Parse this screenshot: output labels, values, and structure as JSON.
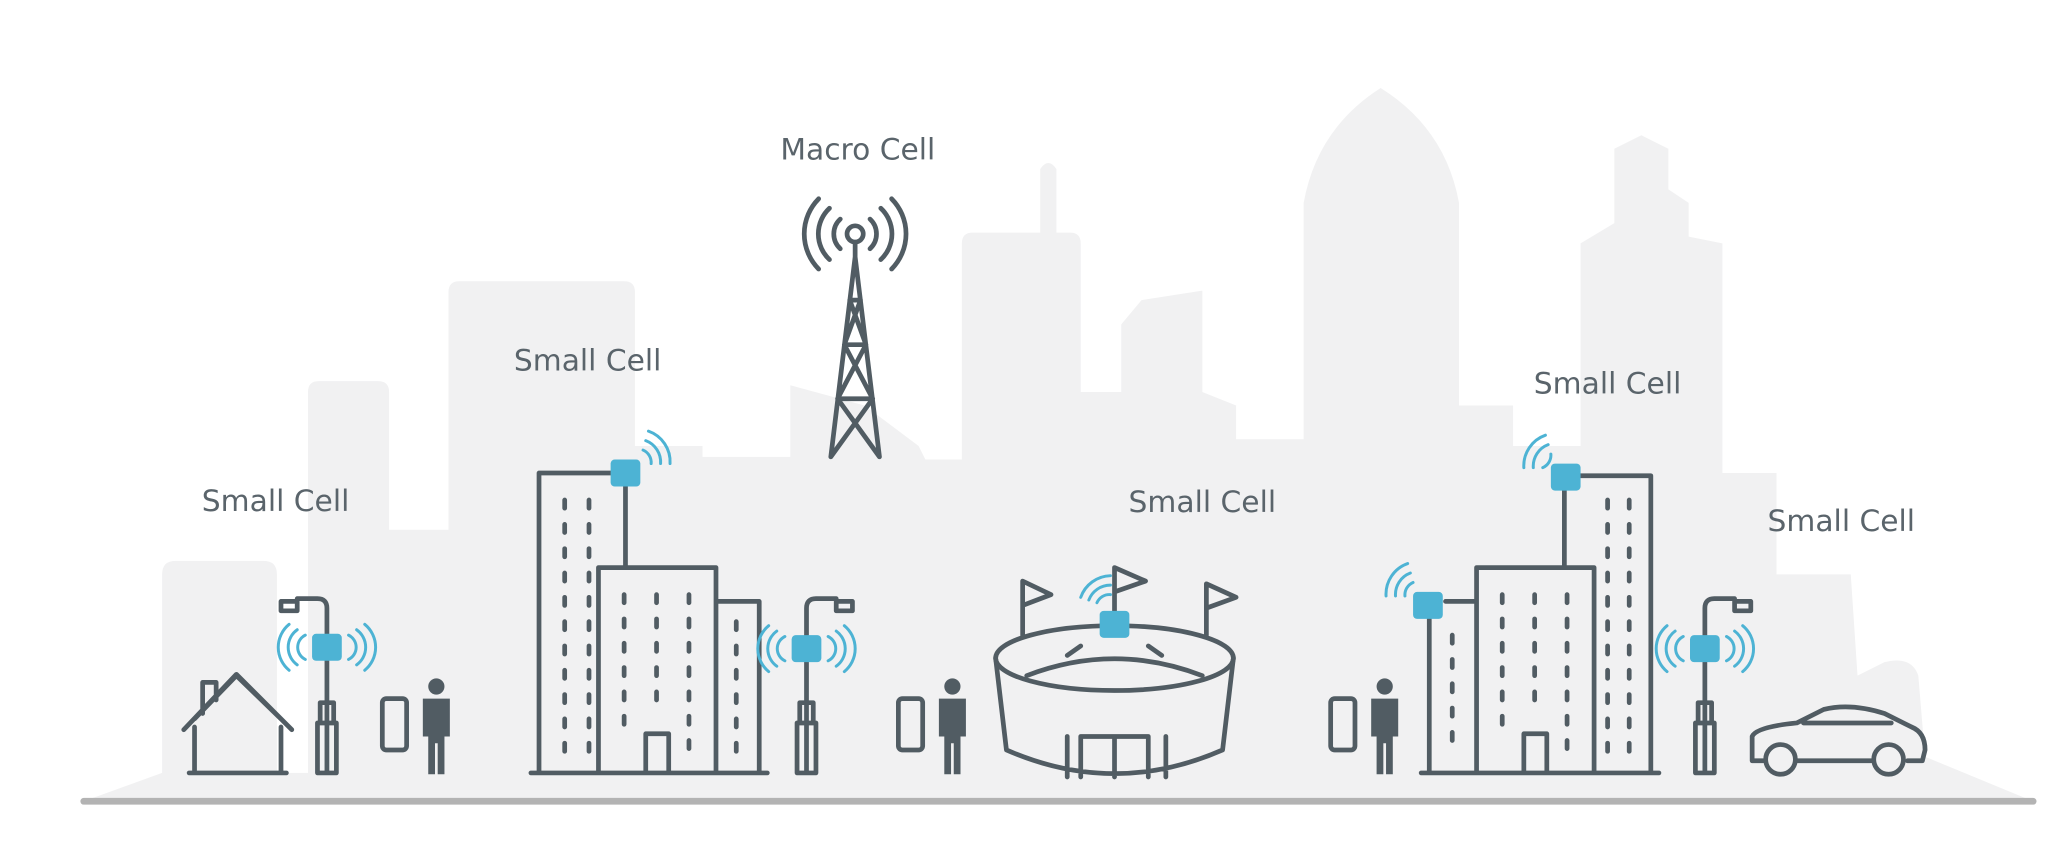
{
  "labels": {
    "macro": "Macro Cell",
    "small_house": "Small Cell",
    "small_office": "Small Cell",
    "small_stadium": "Small Cell",
    "small_right_building": "Small Cell",
    "small_car": "Small Cell"
  },
  "colors": {
    "icon_stroke": "#515c63",
    "small_cell_blue": "#4db3d4",
    "skyline": "#f1f1f2",
    "ground": "#b3b3b3",
    "text": "#5a646b"
  }
}
